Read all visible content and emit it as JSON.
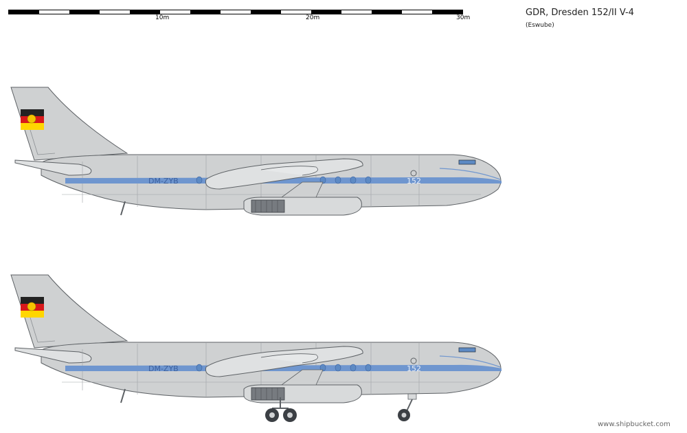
{
  "header": {
    "title": "GDR, Dresden 152/II V-4",
    "author": "(Eswube)"
  },
  "scale": {
    "labels": [
      "10m",
      "20m",
      "30m"
    ]
  },
  "aircraft": [
    {
      "registration": "DM-ZYB",
      "fleet_number": "152",
      "gear": "retracted"
    },
    {
      "registration": "DM-ZYB",
      "fleet_number": "152",
      "gear": "extended"
    }
  ],
  "footer": {
    "watermark": "www.shipbucket.com"
  },
  "colors": {
    "fuselage": "#cfd1d2",
    "outline": "#5c6064",
    "stripe": "#6f96cf",
    "flag_black": "#222222",
    "flag_red": "#d8191b",
    "flag_gold": "#ffd600"
  }
}
